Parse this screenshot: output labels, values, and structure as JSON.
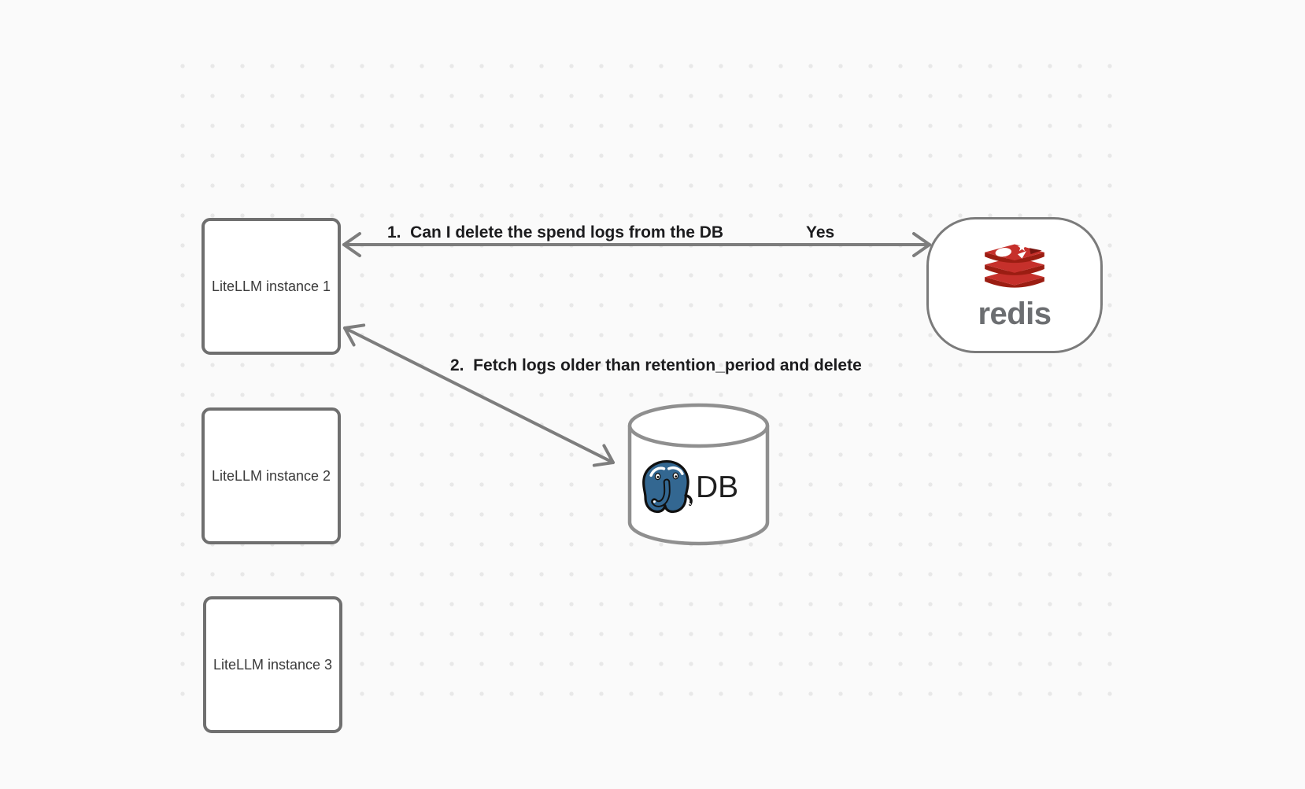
{
  "diagram": {
    "background_color": "#fafafa",
    "dot_grid_color": "#e8e8e8",
    "arrow_color": "#7d7d7d",
    "node_border_color": "#6f6f6f",
    "instances": [
      {
        "label": "LiteLLM instance 1"
      },
      {
        "label": "LiteLLM instance 2"
      },
      {
        "label": "LiteLLM instance 3"
      }
    ],
    "redis": {
      "wordmark": "redis",
      "brand_red": "#c6302b",
      "brand_red_dark": "#9b1d12",
      "wordmark_color": "#6c6e71"
    },
    "database": {
      "label": "DB",
      "postgres_blue": "#336791"
    },
    "arrows": [
      {
        "label": "1.  Can I delete the spend logs from the DB",
        "response": "Yes"
      },
      {
        "label": "2.  Fetch logs older than retention_period and delete"
      }
    ]
  }
}
